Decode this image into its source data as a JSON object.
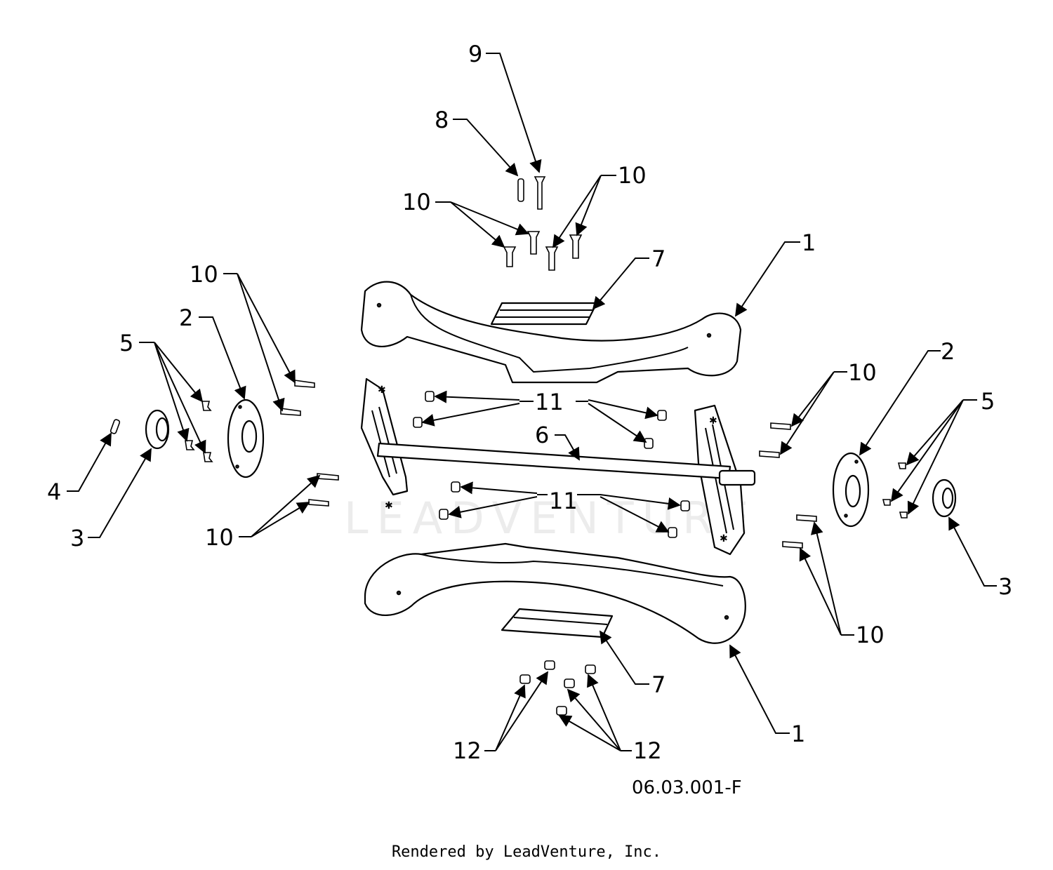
{
  "diagram": {
    "drawing_number": "06.03.001-F",
    "footer": "Rendered by LeadVenture, Inc.",
    "watermark": "LEADVENTURE",
    "callouts": {
      "c9": "9",
      "c8": "8",
      "c10_top_left": "10",
      "c10_top_right": "10",
      "c1_top": "1",
      "c7_top": "7",
      "c10_left_upper": "10",
      "c2_left": "2",
      "c5_left": "5",
      "c4": "4",
      "c3_left": "3",
      "c10_left_lower": "10",
      "c11_upper": "11",
      "c6": "6",
      "c11_lower": "11",
      "c10_right_upper": "10",
      "c2_right": "2",
      "c5_right": "5",
      "c3_right": "3",
      "c10_right_lower": "10",
      "c7_bottom": "7",
      "c1_bottom": "1",
      "c12_left": "12",
      "c12_right": "12"
    }
  }
}
